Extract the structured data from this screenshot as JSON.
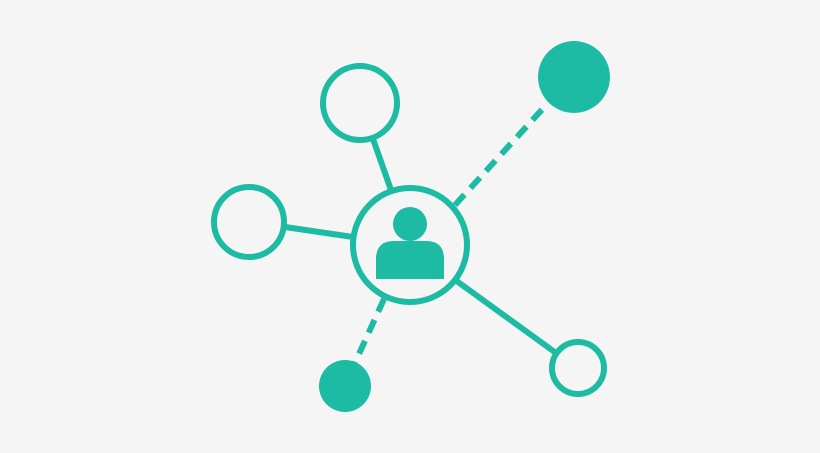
{
  "colors": {
    "background": "#f5f5f5",
    "accent": "#1dbba4"
  },
  "diagram": {
    "icon": "user-icon",
    "center_node": "user-hub",
    "nodes": [
      {
        "name": "top-left-node",
        "filled": false,
        "link": "solid"
      },
      {
        "name": "left-node",
        "filled": false,
        "link": "solid"
      },
      {
        "name": "top-right-node",
        "filled": true,
        "link": "dashed"
      },
      {
        "name": "bottom-left-node",
        "filled": true,
        "link": "dashed"
      },
      {
        "name": "bottom-right-node",
        "filled": false,
        "link": "solid"
      }
    ]
  }
}
